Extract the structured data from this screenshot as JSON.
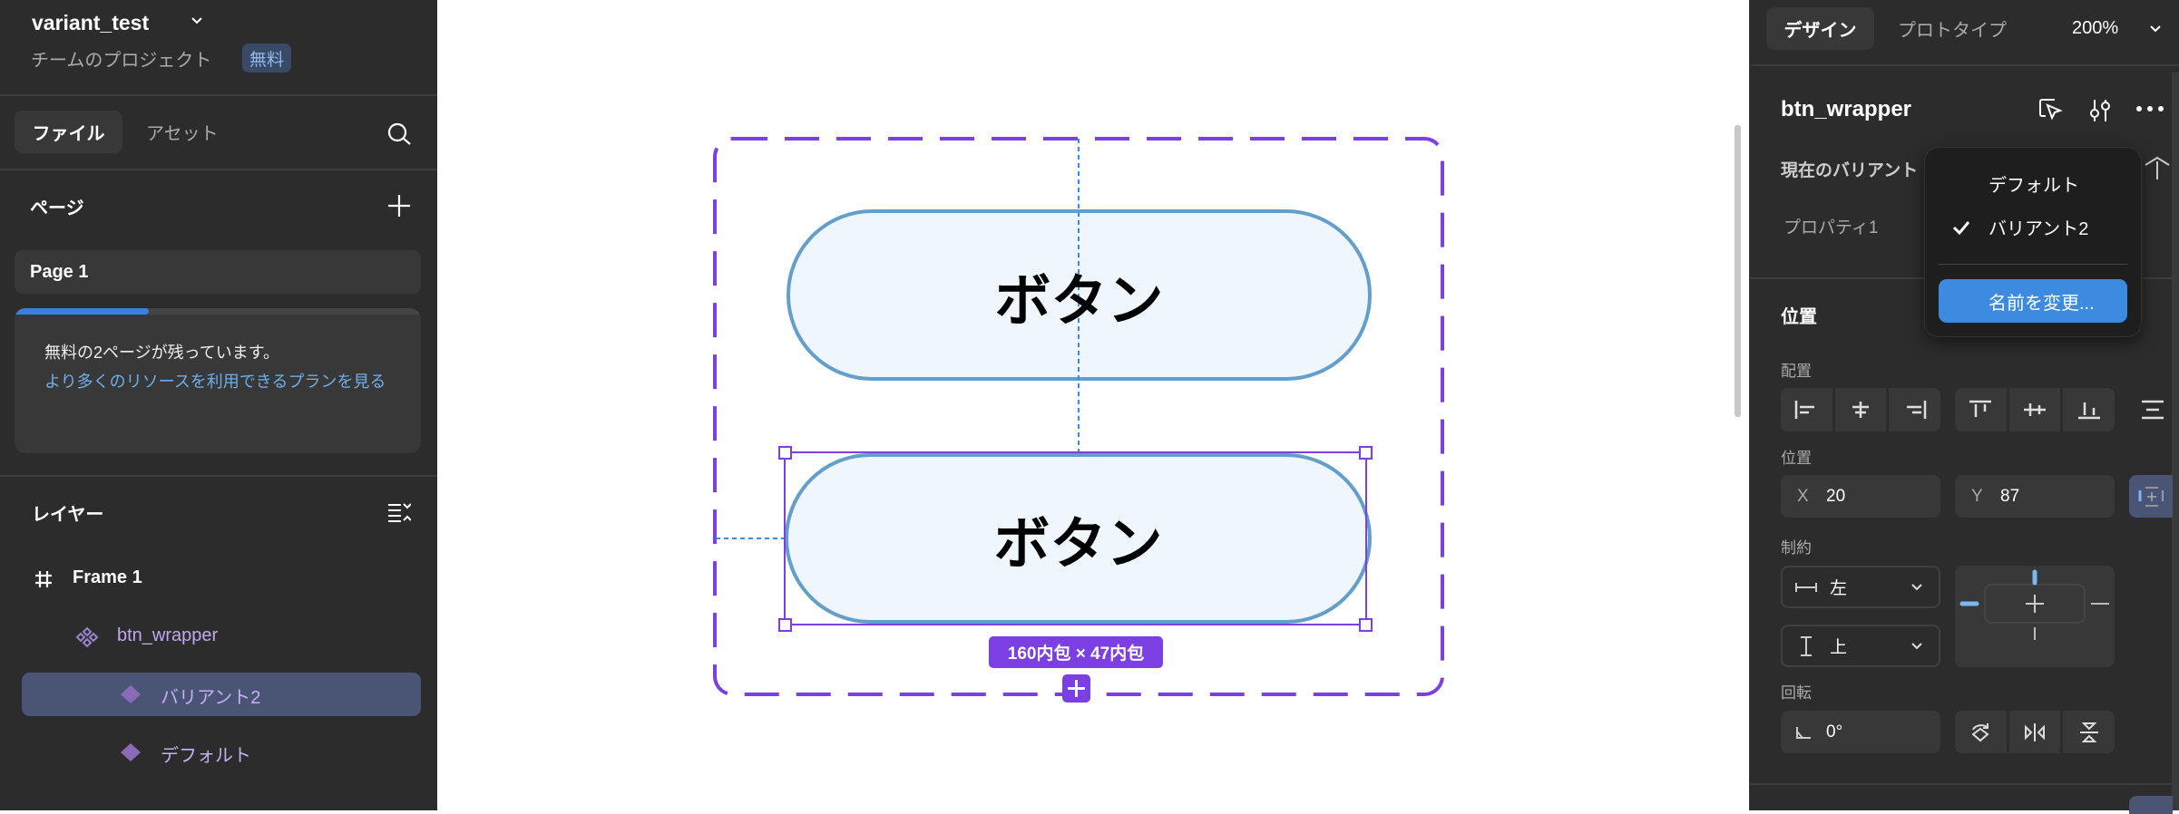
{
  "project": {
    "name": "variant_test",
    "team": "チームのプロジェクト",
    "plan_badge": "無料"
  },
  "left_tabs": [
    "ファイル",
    "アセット"
  ],
  "pages": {
    "title": "ページ",
    "items": [
      "Page 1"
    ],
    "progress": 0.33,
    "notice": "無料の2ページが残っています。",
    "upgrade_link": "より多くのリソースを利用できるプランを見る"
  },
  "layers": {
    "title": "レイヤー",
    "items": [
      {
        "name": "Frame 1"
      },
      {
        "name": "btn_wrapper"
      },
      {
        "name": "バリアント2"
      },
      {
        "name": "デフォルト"
      }
    ]
  },
  "canvas": {
    "button_text": "ボタン",
    "button_text_2": "ボタン",
    "size_label": "160内包 × 47内包"
  },
  "right_tabs": [
    "デザイン",
    "プロトタイプ"
  ],
  "zoom": "200%",
  "component": {
    "name": "btn_wrapper",
    "current_variant_label": "現在のバリアント",
    "property_label": "プロパティ1"
  },
  "menu": {
    "items": [
      "デフォルト",
      "バリアント2"
    ],
    "checked": "バリアント2",
    "rename": "名前を変更..."
  },
  "position": {
    "section": "位置",
    "align_label": "配置",
    "pos_label": "位置",
    "x_label": "X",
    "x": "20",
    "y_label": "Y",
    "y": "87",
    "constraints_label": "制約",
    "h_constraint": "左",
    "v_constraint": "上",
    "rotation_label": "回転",
    "rotation": "0°"
  },
  "colors": {
    "accent": "#7b3fe4",
    "selection_blue": "#3d8be0",
    "button_stroke": "#649ecb",
    "button_fill": "#eff6fd"
  }
}
